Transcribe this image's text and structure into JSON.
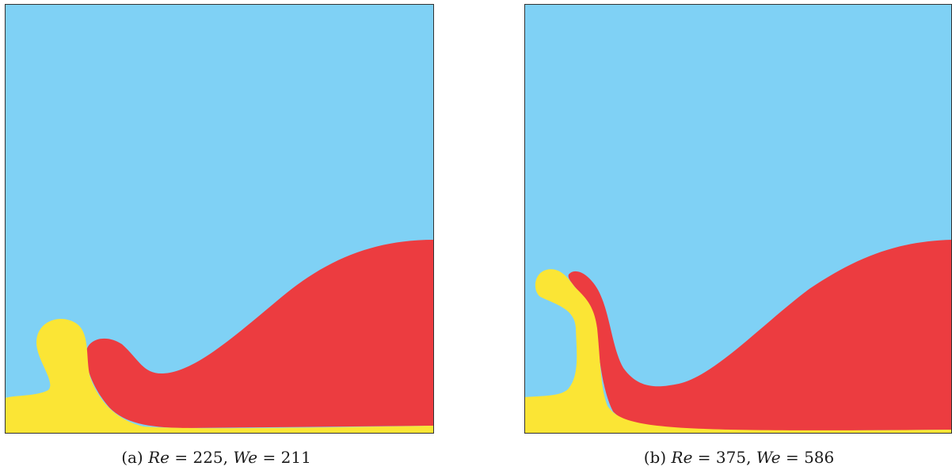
{
  "figure": {
    "panels": [
      {
        "caption": {
          "label": "(a)",
          "re_symbol": "Re",
          "re_value": "225",
          "we_symbol": "We",
          "we_value": "211"
        }
      },
      {
        "caption": {
          "label": "(b)",
          "re_symbol": "Re",
          "re_value": "375",
          "we_symbol": "We",
          "we_value": "586"
        }
      }
    ],
    "colors": {
      "ambient_phase": "#7fd1f5",
      "left_phase": "#fbe535",
      "right_phase": "#ec3c40",
      "frame": "#333333"
    }
  }
}
